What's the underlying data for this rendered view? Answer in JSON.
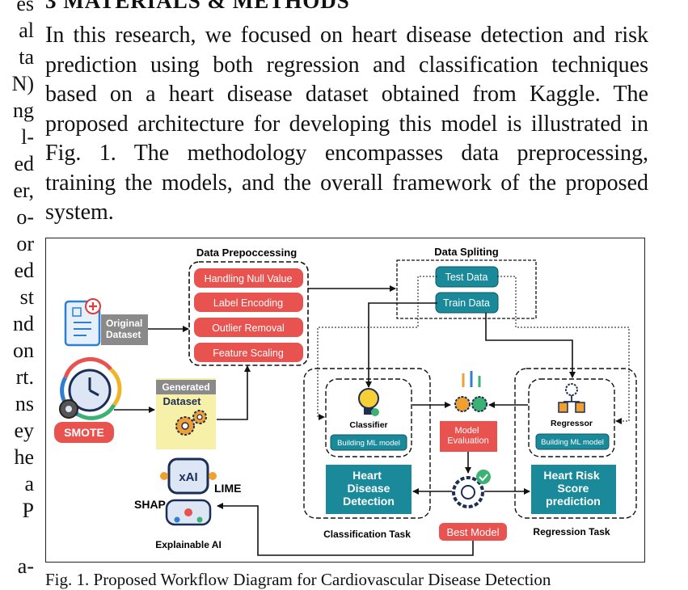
{
  "left_column_fragments": [
    "es",
    "al",
    "ta",
    "N)",
    "ng",
    "l-",
    "ed",
    "er,",
    "o-",
    "or",
    "ed",
    "st",
    "nd",
    "on",
    "rt.",
    "ns",
    "ey",
    "he",
    "a",
    "P",
    "a-"
  ],
  "section_heading": "3 MATERIALS & METHODS",
  "paragraph": "In this research, we focused on heart disease detection and risk prediction using both regression and classification techniques based on a heart disease dataset obtained from Kaggle. The proposed architecture for developing this model is illustrated in Fig. 1. The methodology encompasses data preprocessing, training the models, and the overall framework of the proposed system.",
  "figure": {
    "preprocessing": {
      "title": "Data Prepoccessing",
      "steps": [
        "Handling Null Value",
        "Label Encoding",
        "Outlier Removal",
        "Feature Scaling"
      ]
    },
    "original_dataset": "Original\nDataset",
    "smote_label": "SMOTE",
    "generated_dataset": {
      "tag": "Generated",
      "label": "Dataset"
    },
    "splitting": {
      "title": "Data  Spliting",
      "test": "Test Data",
      "train": "Train Data"
    },
    "classifier": {
      "name": "Classifier",
      "building": "Building ML model"
    },
    "regressor": {
      "name": "Regressor",
      "building": "Building ML model"
    },
    "model_evaluation": "Model\nEvaluation",
    "heart_disease_detection": "Heart\nDisease\nDetection",
    "heart_risk_prediction": "Heart Risk\nScore\nprediction",
    "best_model": "Best Model",
    "classification_task": "Classification Task",
    "regression_task": "Regression Task",
    "xai": {
      "badge": "xAI",
      "shap": "SHAP",
      "lime": "LIME",
      "label": "Explainable AI"
    },
    "colors": {
      "red": "#e8524f",
      "teal": "#1a8a9a",
      "gray": "#8a8a8a",
      "yellow": "#f7f0a8"
    }
  },
  "caption": "Fig. 1.  Proposed Workflow Diagram for Cardiovascular Disease Detection"
}
